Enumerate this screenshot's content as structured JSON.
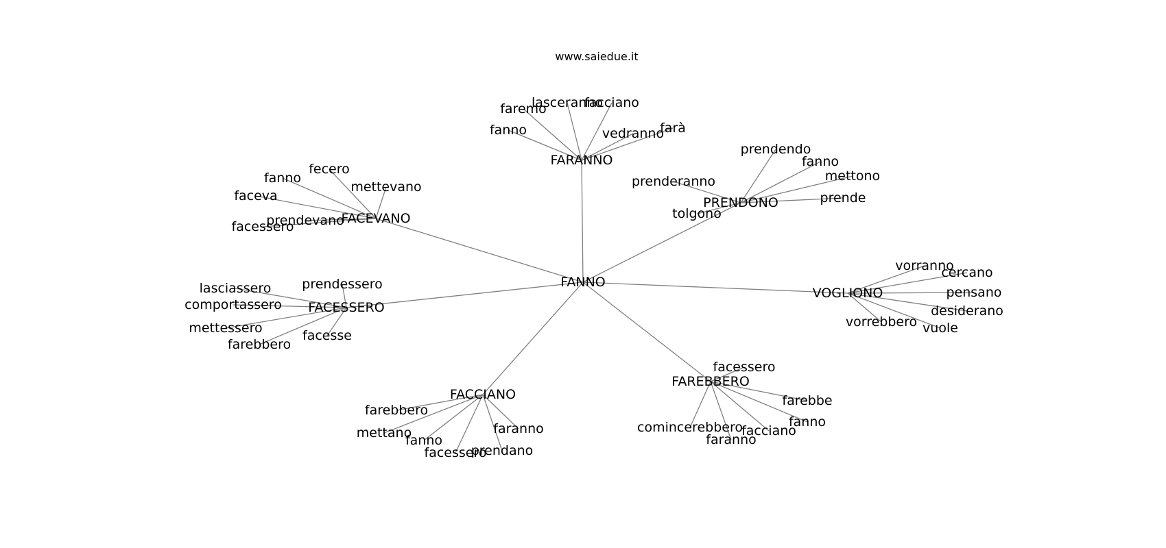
{
  "title": "www.saiedue.it",
  "colors": {
    "edge": "#808080",
    "text": "#000000",
    "background": "#ffffff"
  },
  "root": "FANNO",
  "groups": [
    {
      "hub": "FARANNO",
      "leaves": [
        "fanno",
        "faremo",
        "lasceranno",
        "facciano",
        "vedranno",
        "farà"
      ]
    },
    {
      "hub": "FACEVANO",
      "leaves": [
        "fecero",
        "fanno",
        "mettevano",
        "faceva",
        "prendevano",
        "facessero"
      ]
    },
    {
      "hub": "PRENDONO",
      "leaves": [
        "prendendo",
        "fanno",
        "mettono",
        "prenderanno",
        "prende",
        "tolgono"
      ]
    },
    {
      "hub": "FACESSERO",
      "leaves": [
        "lasciassero",
        "prendessero",
        "comportassero",
        "mettessero",
        "farebbero",
        "facesse"
      ]
    },
    {
      "hub": "VOGLIONO",
      "leaves": [
        "vorranno",
        "cercano",
        "pensano",
        "desiderano",
        "vorrebbero",
        "vuole"
      ]
    },
    {
      "hub": "FACCIANO",
      "leaves": [
        "farebbero",
        "mettano",
        "fanno",
        "facessero",
        "prendano",
        "faranno"
      ]
    },
    {
      "hub": "FAREBBERO",
      "leaves": [
        "facessero",
        "farebbe",
        "fanno",
        "facciano",
        "faranno",
        "comincerebbero"
      ]
    }
  ]
}
